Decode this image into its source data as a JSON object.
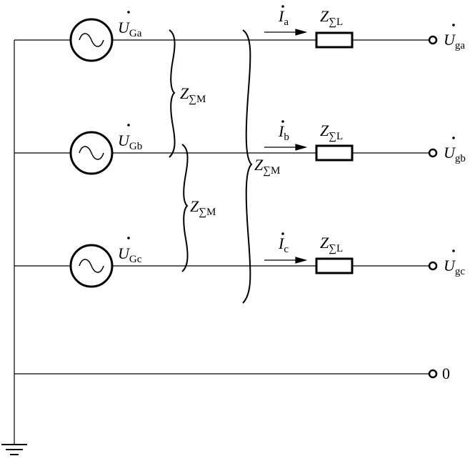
{
  "colors": {
    "line": "#000000",
    "background": "#ffffff"
  },
  "sources": [
    {
      "symbol": "U",
      "subscript": "Ga",
      "icon": "ac-source-icon"
    },
    {
      "symbol": "U",
      "subscript": "Gb",
      "icon": "ac-source-icon"
    },
    {
      "symbol": "U",
      "subscript": "Gc",
      "icon": "ac-source-icon"
    }
  ],
  "currents": [
    {
      "symbol": "I",
      "subscript": "a"
    },
    {
      "symbol": "I",
      "subscript": "b"
    },
    {
      "symbol": "I",
      "subscript": "c"
    }
  ],
  "line_impedance": {
    "symbol": "Z",
    "subscript": "∑L"
  },
  "mutual_impedance": {
    "symbol": "Z",
    "subscript": "∑M"
  },
  "terminals": [
    {
      "symbol": "U",
      "subscript": "ga"
    },
    {
      "symbol": "U",
      "subscript": "gb"
    },
    {
      "symbol": "U",
      "subscript": "gc"
    },
    {
      "label": "0"
    }
  ],
  "ground_icon": "ground-icon"
}
